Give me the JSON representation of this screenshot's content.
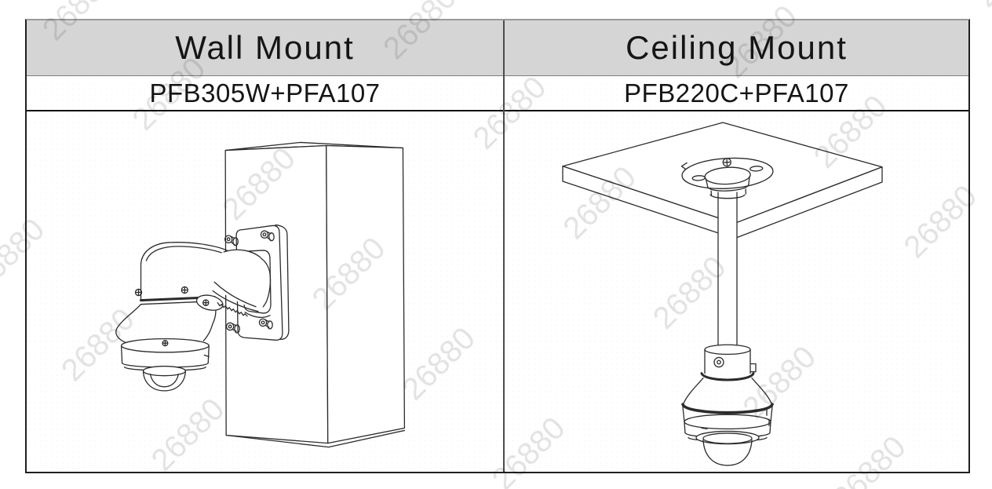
{
  "table": {
    "columns": [
      {
        "header": "Wall Mount",
        "model": "PFB305W+PFA107",
        "diagram": "wall-mount-drawing"
      },
      {
        "header": "Ceiling Mount",
        "model": "PFB220C+PFA107",
        "diagram": "ceiling-mount-drawing"
      }
    ]
  },
  "watermark": {
    "text": "26880"
  },
  "colors": {
    "header_bg": "#d5d5d5",
    "border_dark": "#1f1f1f",
    "border_mid": "#4c4c4c",
    "border_light": "#7d7d7d",
    "line": "#2b2b2b",
    "text": "#151515"
  }
}
